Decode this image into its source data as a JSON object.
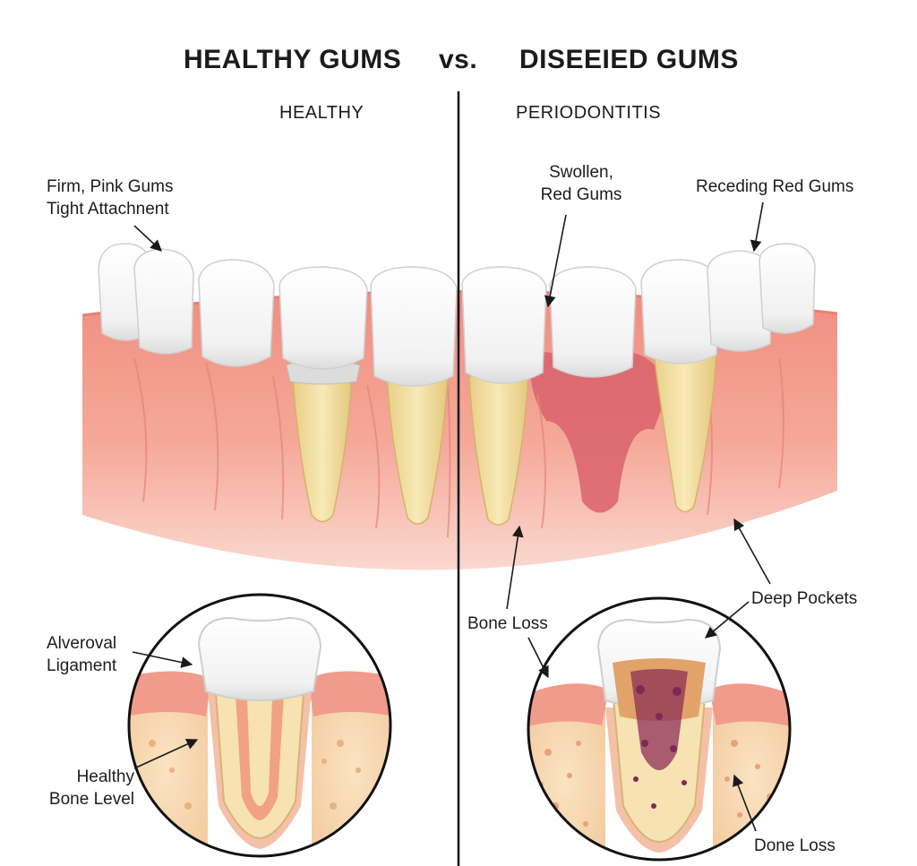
{
  "header": {
    "left_title": "HEALTHY GUMS",
    "vs": "vs.",
    "right_title": "DISEEIED GUMS"
  },
  "panels": {
    "left_subtitle": "HEALTHY",
    "right_subtitle": "PERIODONTITIS"
  },
  "labels": {
    "firm_pink_line1": "Firm, Pink Gums",
    "firm_pink_line2": "Tight Attachnent",
    "swollen_line1": "Swollen,",
    "swollen_line2": "Red Gums",
    "receding": "Receding Red Gums",
    "deep_pockets": "Deep Pockets",
    "bone_loss": "Bone Loss",
    "alveolar_line1": "Alveroval",
    "alveolar_line2": "Ligament",
    "healthy_bone_line1": "Healthy",
    "healthy_bone_line2": "Bone Level",
    "done_loss": "Done Loss"
  },
  "colors": {
    "gum": "#f3a596",
    "gum_dark": "#e48878",
    "gum_inflamed": "#d8606a",
    "tooth": "#fbfbfb",
    "root": "#f2dfa0",
    "bone": "#f6d6b0",
    "divider": "#111111"
  }
}
